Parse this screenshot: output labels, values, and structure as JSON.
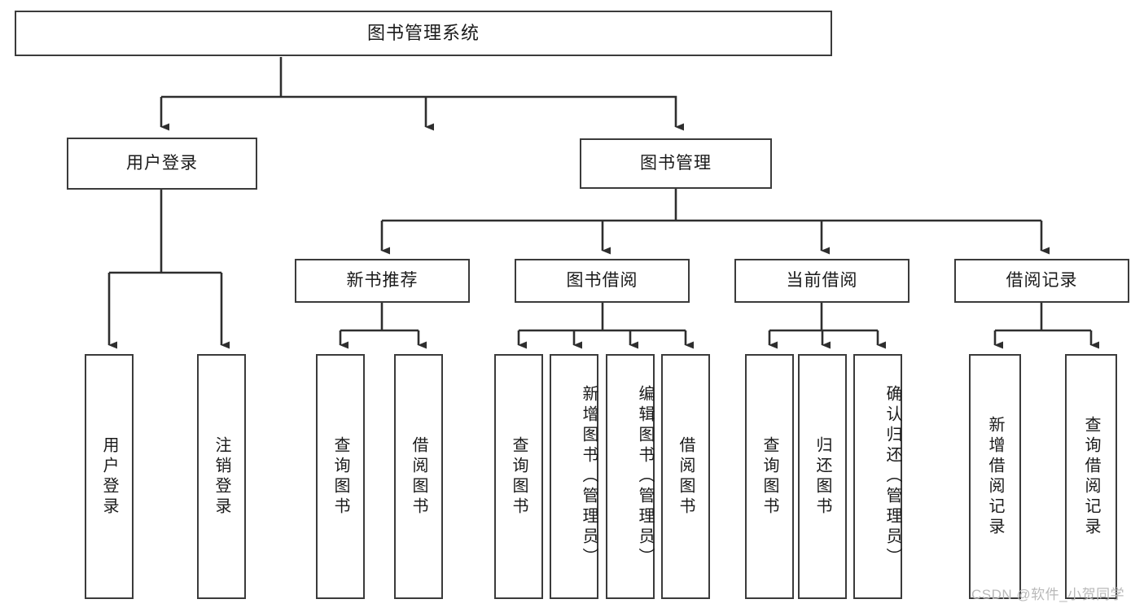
{
  "diagram": {
    "title": "图书管理系统",
    "type": "tree-hierarchy-functional-structure",
    "watermark": "CSDN @软件_小贺同学",
    "colors": {
      "box_border": "#3b3b3b",
      "box_fill": "#ffffff",
      "edge": "#2e2e2e",
      "text": "#1a1a1a",
      "watermark": "#b9b9b9",
      "background": "#ffffff"
    },
    "root": {
      "id": "root",
      "label": "图书管理系统"
    },
    "level2": [
      {
        "id": "user-login",
        "label": "用户登录"
      },
      {
        "id": "book-manage",
        "label": "图书管理"
      }
    ],
    "level3": [
      {
        "id": "new-book-rec",
        "label": "新书推荐"
      },
      {
        "id": "book-borrow",
        "label": "图书借阅"
      },
      {
        "id": "current-borrow",
        "label": "当前借阅"
      },
      {
        "id": "borrow-record",
        "label": "借阅记录"
      }
    ],
    "leaves": {
      "user_login": [
        {
          "id": "leaf-user-login",
          "label": "用户登录"
        },
        {
          "id": "leaf-logout-login",
          "label": "注销登录"
        }
      ],
      "new_book_rec": [
        {
          "id": "leaf-nbr-query-book",
          "label": "查询图书"
        },
        {
          "id": "leaf-nbr-borrow-book",
          "label": "借阅图书"
        }
      ],
      "book_borrow": [
        {
          "id": "leaf-bb-query-book",
          "label": "查询图书"
        },
        {
          "id": "leaf-bb-add-book",
          "label": "新增图书（管理员）"
        },
        {
          "id": "leaf-bb-edit-book",
          "label": "编辑图书（管理员）"
        },
        {
          "id": "leaf-bb-borrow-book",
          "label": "借阅图书"
        }
      ],
      "current_borrow": [
        {
          "id": "leaf-cb-query-book",
          "label": "查询图书"
        },
        {
          "id": "leaf-cb-return-book",
          "label": "归还图书"
        },
        {
          "id": "leaf-cb-confirm-return",
          "label": "确认归还（管理员）"
        }
      ],
      "borrow_record": [
        {
          "id": "leaf-br-add-record",
          "label": "新增借阅记录"
        },
        {
          "id": "leaf-br-query-record",
          "label": "查询借阅记录"
        }
      ]
    }
  }
}
